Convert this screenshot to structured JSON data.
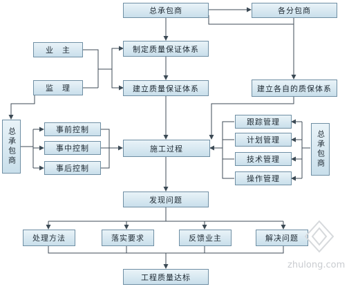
{
  "nodes": {
    "general_contractor_top": "总承包商",
    "subcontractors": "各分包商",
    "owner": "业　主",
    "supervisor": "监　理",
    "formulate_system": "制定质量保证体系",
    "establish_system": "建立质量保证体系",
    "establish_own_system": "建立各自的质保体系",
    "general_contractor_left": "总承包商",
    "general_contractor_right": "总承包商",
    "pre_control": "事前控制",
    "mid_control": "事中控制",
    "post_control": "事后控制",
    "construction_process": "施工过程",
    "tracking_mgmt": "跟踪管理",
    "planning_mgmt": "计划管理",
    "technical_mgmt": "技术管理",
    "operation_mgmt": "操作管理",
    "find_problems": "发现问题",
    "handling_method": "处理方法",
    "implement_requirements": "落实要求",
    "feedback_owner": "反馈业主",
    "solve_problems": "解决问题",
    "quality_target": "工程质量达标"
  },
  "watermark": {
    "text": "zhulong.com"
  },
  "colors": {
    "box_fill_top": "#e9f3f8",
    "box_fill_bottom": "#c9dfeb",
    "border": "#6e8ea3",
    "line": "#3c4a55"
  }
}
